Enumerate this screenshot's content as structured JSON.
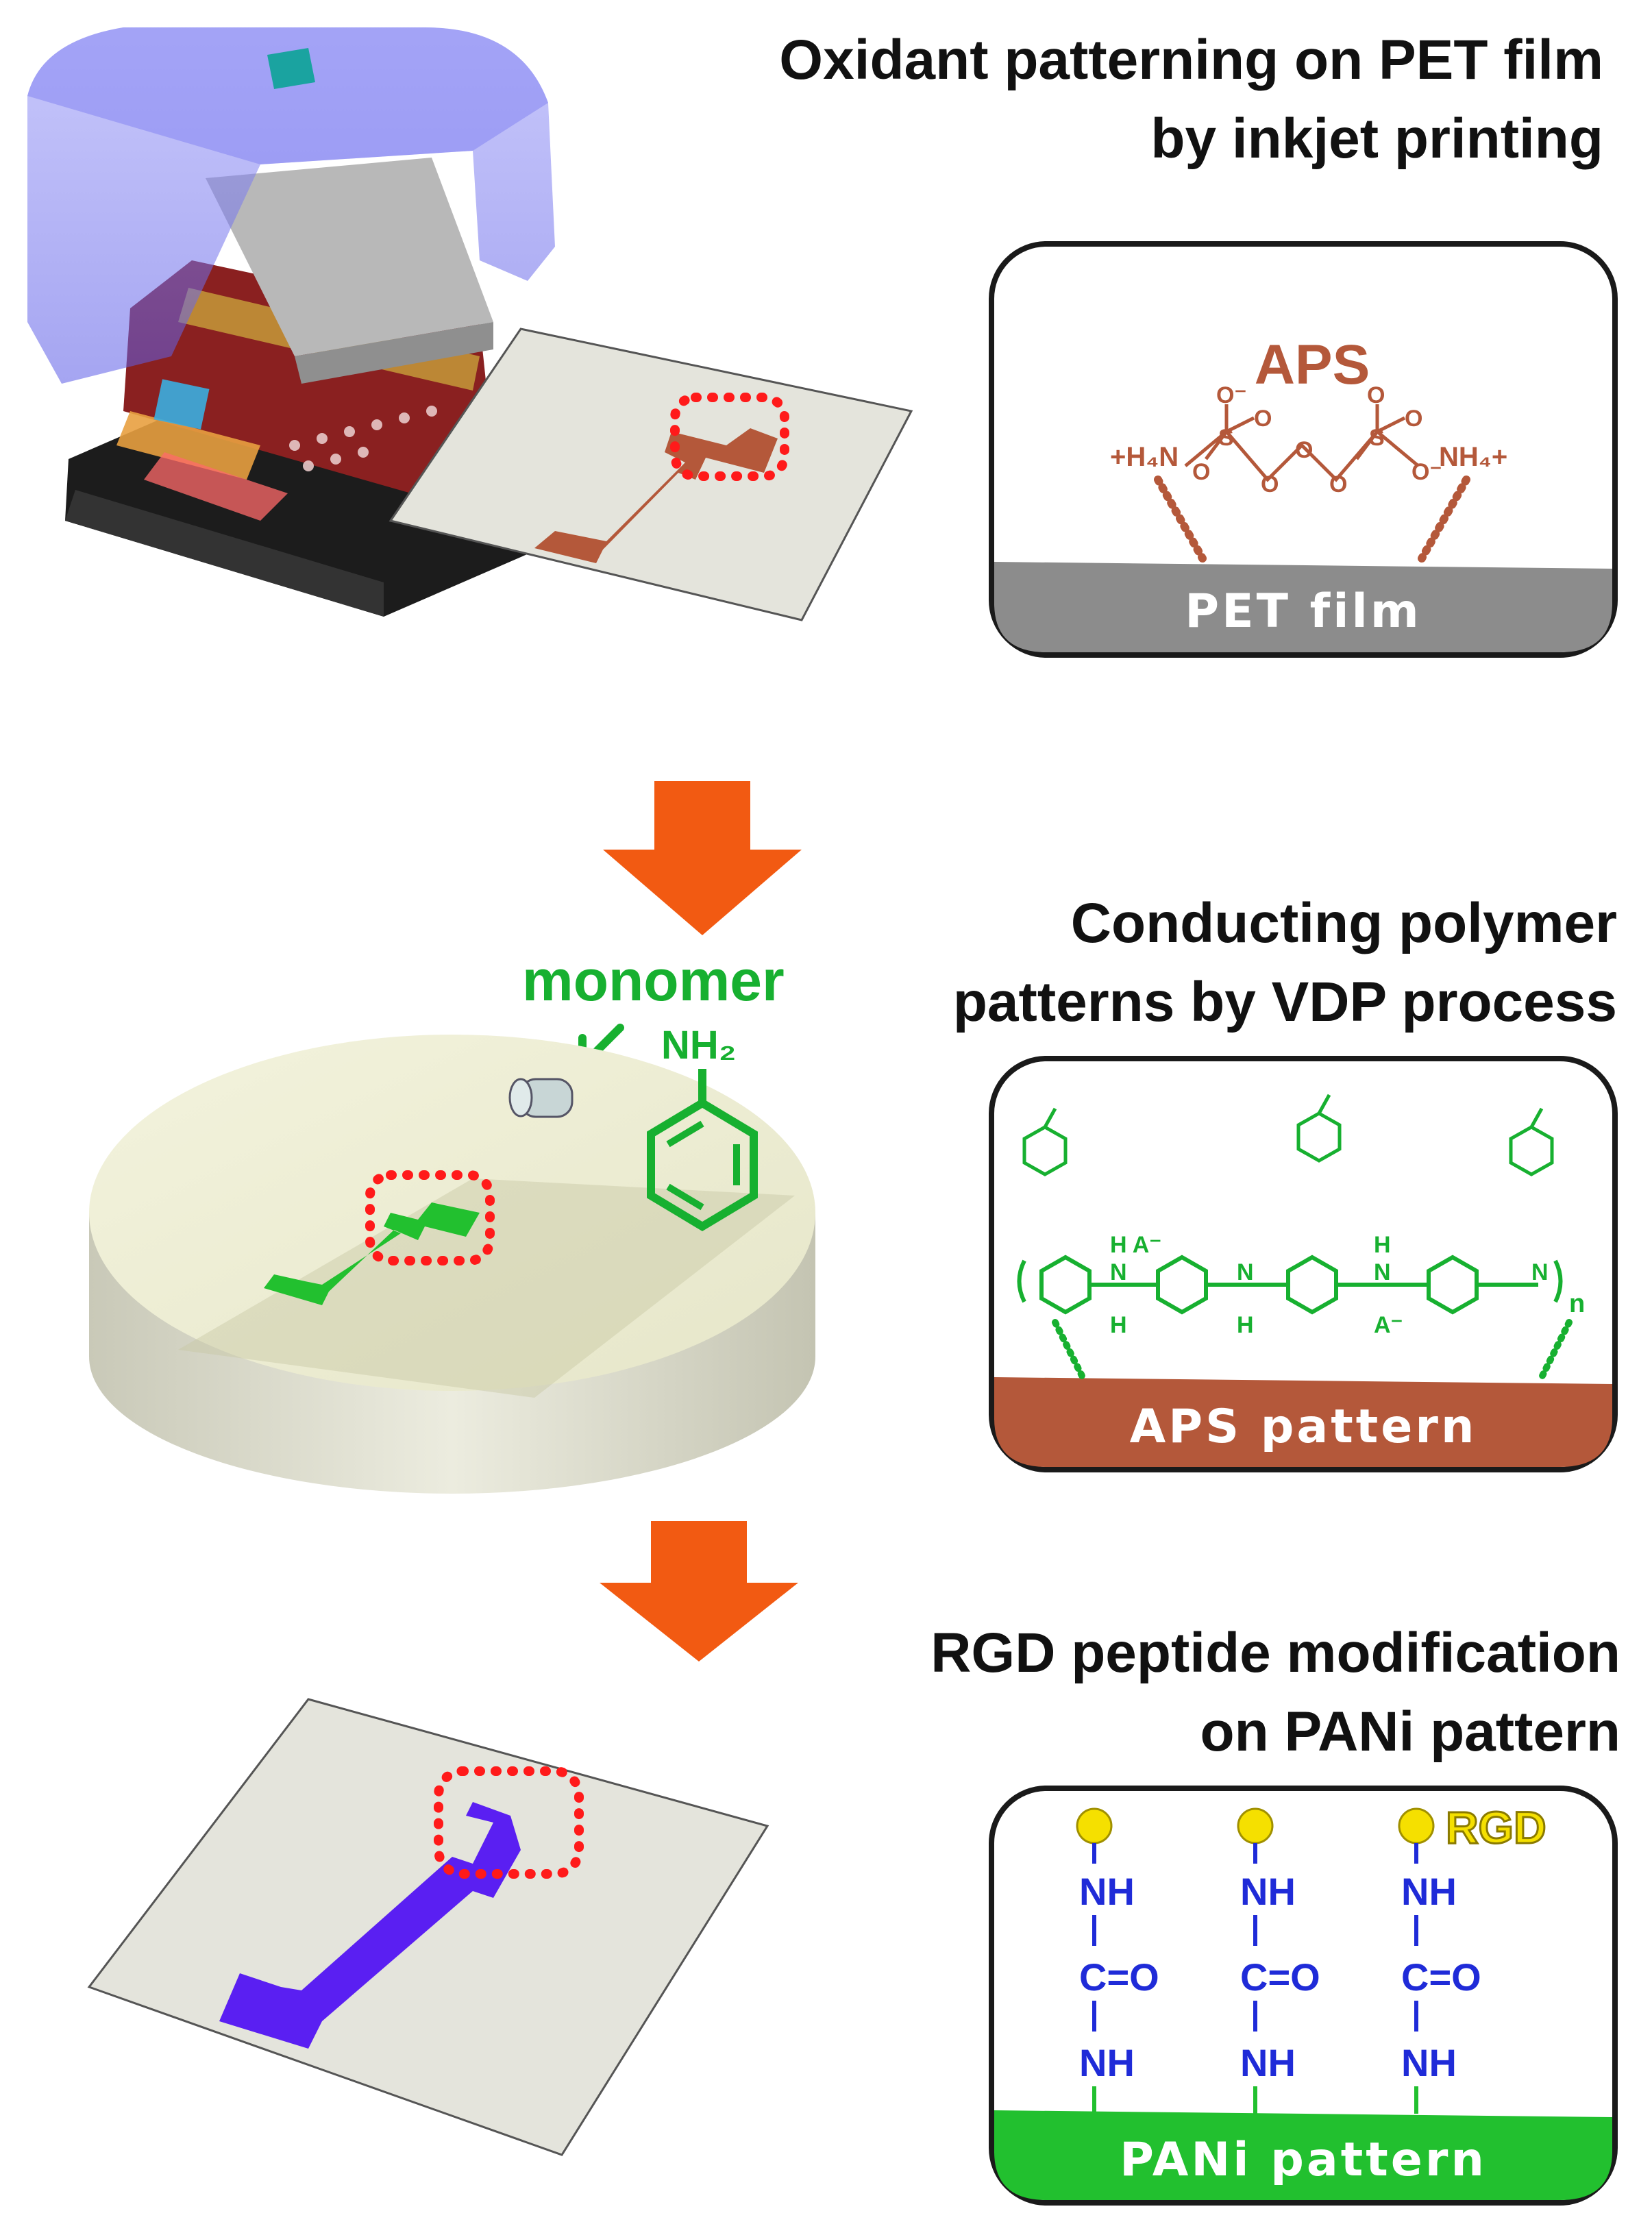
{
  "stages": [
    {
      "title_lines": [
        "Oxidant patterning on PET film",
        "by inkjet printing"
      ],
      "panel": {
        "reagent": "APS",
        "ion_left": "+H₄N",
        "ion_right": "NH₄+",
        "substrate": "PET film"
      }
    },
    {
      "title_lines": [
        "Conducting polymer",
        "patterns by VDP process"
      ],
      "monomer_label": "monomer",
      "amine_label": "NH₂",
      "panel": {
        "substrate": "APS pattern",
        "subscript_n": "n"
      }
    },
    {
      "title_lines": [
        "RGD peptide modification",
        "on PANi pattern"
      ],
      "panel": {
        "tag": "RGD",
        "chain": [
          "NH",
          "C=O",
          "NH"
        ],
        "substrate": "PANi pattern"
      }
    }
  ],
  "colors": {
    "arrow": "#f25a12",
    "aps": "#b4583a",
    "pet": "#8c8c8c",
    "monomer": "#17b030",
    "pani": "#22c02f",
    "peptide": "#1f2bd8",
    "rgd_ball": "#f5e000",
    "pattern_blue": "#5a1ff2",
    "printer_shell": "#6f6ff0",
    "highlight": "#ff1a1a"
  },
  "icons": [
    "inkjet-printer-icon",
    "down-arrow-icon",
    "benzene-ring-icon",
    "vapor-nozzle-icon",
    "rgd-bead-icon"
  ]
}
